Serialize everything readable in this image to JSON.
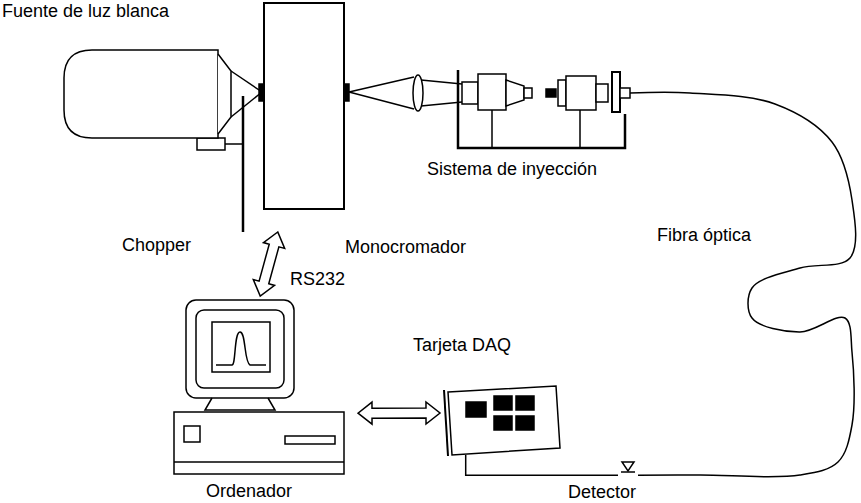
{
  "diagram": {
    "nodes": [
      {
        "text": [
          "Fuente de luz blanca"
        ]
      },
      {
        "text": [
          "Monocromador"
        ]
      },
      {
        "text": [
          "Sistema de inyección"
        ]
      },
      {
        "text": [
          "Ordenador"
        ]
      },
      {
        "text": [
          "Tarjeta DAQ"
        ]
      },
      {
        "text": [
          "Detector"
        ]
      }
    ],
    "edges": [
      {
        "from": 1,
        "to": 3,
        "arrow": "both",
        "label": "RS232"
      },
      {
        "from": 3,
        "to": 4,
        "arrow": "both"
      },
      {
        "from": 2,
        "to": 5,
        "arrow": "none",
        "label": "Fibra óptica"
      },
      {
        "from": 5,
        "to": 4,
        "arrow": "none"
      }
    ],
    "labels": [
      "Chopper"
    ]
  }
}
